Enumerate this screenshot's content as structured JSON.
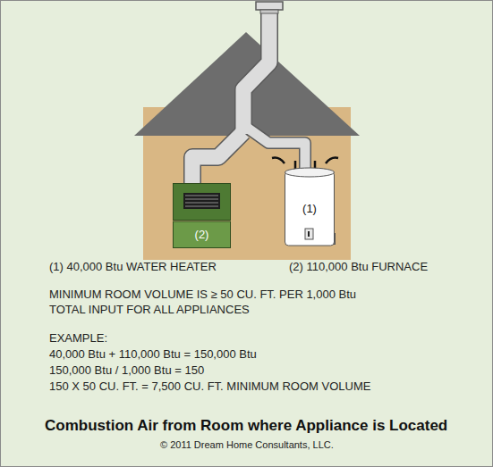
{
  "diagram": {
    "caption": "Combustion Air from Room where Appliance is Located",
    "nodes": [
      {
        "text": [
          "(2)"
        ]
      },
      {
        "text": [
          "(1)"
        ]
      }
    ],
    "labels": [
      "(1) 40,000 Btu WATER HEATER",
      "(2) 110,000 Btu FURNACE",
      "MINIMUM ROOM VOLUME IS ≥ 50 CU. FT. PER 1,000 Btu",
      "TOTAL INPUT FOR ALL APPLIANCES",
      "EXAMPLE:",
      "40,000 Btu + 110,000 Btu = 150,000 Btu",
      "150,000 Btu / 1,000 Btu = 150",
      "150 X 50 CU. FT. = 7,500 CU. FT. MINIMUM ROOM VOLUME",
      "© 2011 Dream Home Consultants, LLC."
    ]
  }
}
